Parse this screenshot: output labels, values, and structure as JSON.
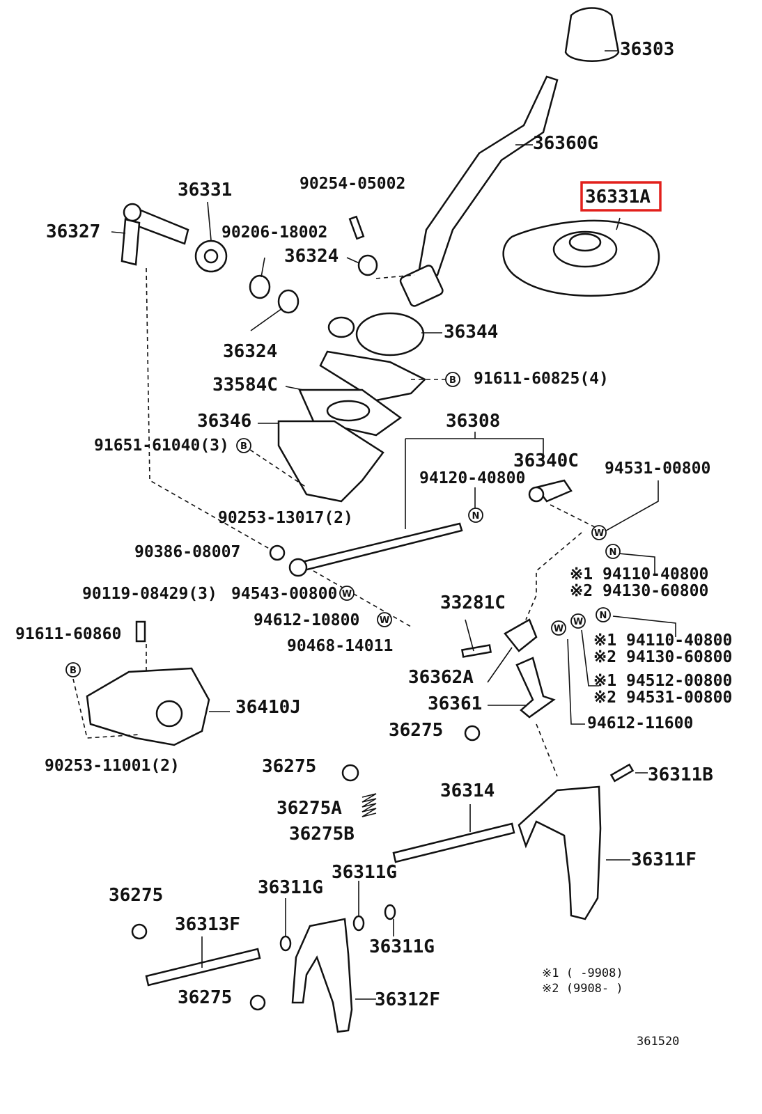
{
  "diagram": {
    "highlighted_part": "36331A",
    "highlight_color": "#e2201c",
    "figure_code": "361520",
    "notes": [
      {
        "mark": "※1",
        "text": "(      -9908)"
      },
      {
        "mark": "※2",
        "text": "(9908-      )"
      }
    ],
    "symbols": {
      "b": "B",
      "n": "N",
      "w": "W"
    },
    "parts": {
      "p36303": "36303",
      "p36360G": "36360G",
      "p36331A": "36331A",
      "p36331": "36331",
      "p90254": "90254-05002",
      "p36327": "36327",
      "p90206": "90206-18002",
      "p36324a": "36324",
      "p36324b": "36324",
      "p36344": "36344",
      "p91611_60825": "91611-60825(4)",
      "p33584C": "33584C",
      "p36308": "36308",
      "p36346": "36346",
      "p91651": "91651-61040(3)",
      "p36340C": "36340C",
      "p94120": "94120-40800",
      "p94531_top": "94531-00800",
      "p90253_13017": "90253-13017(2)",
      "p90386": "90386-08007",
      "p94110_a": "※1 94110-40800",
      "p94130_a": "※2 94130-60800",
      "p90119": "90119-08429(3)",
      "p94543": "94543-00800",
      "p33281C": "33281C",
      "p94612_10800": "94612-10800",
      "p91611_60860": "91611-60860",
      "p90468": "90468-14011",
      "p94110_b": "※1 94110-40800",
      "p94130_b": "※2 94130-60800",
      "p36362A": "36362A",
      "p94512": "※1 94512-00800",
      "p94531_b": "※2 94531-00800",
      "p36410J": "36410J",
      "p36361": "36361",
      "p94612_11600": "94612-11600",
      "p36275_a": "36275",
      "p90253_11001": "90253-11001(2)",
      "p36275_b": "36275",
      "p36311B": "36311B",
      "p36314": "36314",
      "p36275A": "36275A",
      "p36275B": "36275B",
      "p36311F": "36311F",
      "p36311G_a": "36311G",
      "p36311G_b": "36311G",
      "p36275_c": "36275",
      "p36313F": "36313F",
      "p36311G_c": "36311G",
      "p36275_d": "36275",
      "p36312F": "36312F"
    }
  }
}
